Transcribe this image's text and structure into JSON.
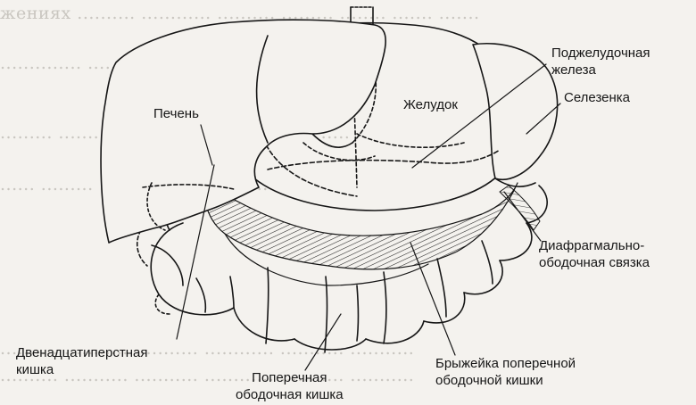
{
  "labels": {
    "liver": "Печень",
    "stomach": "Желудок",
    "pancreas": [
      "Поджелудочная",
      "железа"
    ],
    "spleen": "Селезенка",
    "phrenicocolic": [
      "Диафрагмально-",
      "ободочная связка"
    ],
    "duodenum": [
      "Двенадцатиперстная",
      "кишка"
    ],
    "transverse_colon": [
      "Поперечная",
      "ободочная кишка"
    ],
    "mesocolon": [
      "Брыжейка поперечной",
      "ободочной кишки"
    ]
  },
  "colors": {
    "ink": "#161616",
    "paper": "#f4f2ee",
    "bleed": "#c9c6c0"
  }
}
